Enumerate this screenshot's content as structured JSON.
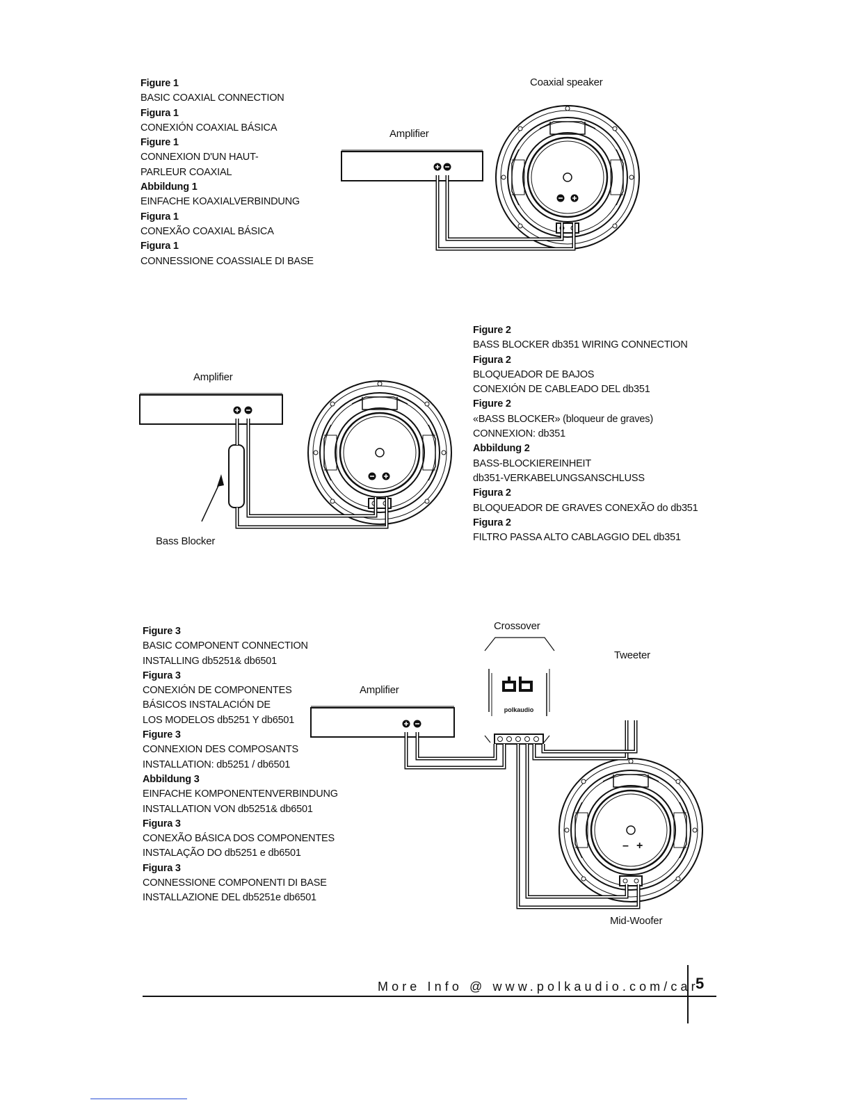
{
  "figure1": {
    "captions": [
      {
        "h": "Figure 1",
        "t": [
          "BASIC COAXIAL CONNECTION"
        ]
      },
      {
        "h": "Figura 1",
        "t": [
          "CONEXIÓN COAXIAL BÁSICA"
        ]
      },
      {
        "h": "Figure 1",
        "t": [
          "CONNEXION D'UN HAUT-",
          "PARLEUR COAXIAL"
        ]
      },
      {
        "h": "Abbildung 1",
        "t": [
          "EINFACHE KOAXIALVERBINDUNG"
        ]
      },
      {
        "h": "Figura 1",
        "t": [
          "CONEXÃO COAXIAL BÁSICA"
        ]
      },
      {
        "h": "Figura 1",
        "t": [
          "CONNESSIONE COASSIALE DI BASE"
        ]
      }
    ],
    "labels": {
      "amplifier": "Amplifier",
      "speaker": "Coaxial speaker"
    }
  },
  "figure2": {
    "captions": [
      {
        "h": "Figure 2",
        "t": [
          "BASS BLOCKER db351 WIRING CONNECTION"
        ]
      },
      {
        "h": "Figura 2",
        "t": [
          "BLOQUEADOR DE BAJOS",
          "CONEXIÓN DE CABLEADO DEL db351"
        ]
      },
      {
        "h": "Figure 2",
        "t": [
          "«BASS BLOCKER» (bloqueur de graves)",
          "CONNEXION: db351"
        ]
      },
      {
        "h": "Abbildung 2",
        "t": [
          "BASS-BLOCKIEREINHEIT",
          "db351-VERKABELUNGSANSCHLUSS"
        ]
      },
      {
        "h": "Figura 2",
        "t": [
          "BLOQUEADOR DE GRAVES  CONEXÃO do db351"
        ]
      },
      {
        "h": "Figura 2",
        "t": [
          "FILTRO PASSA ALTO CABLAGGIO DEL db351"
        ]
      }
    ],
    "labels": {
      "amplifier": "Amplifier",
      "bass_blocker": "Bass Blocker"
    }
  },
  "figure3": {
    "captions": [
      {
        "h": "Figure 3",
        "t": [
          "BASIC COMPONENT CONNECTION",
          "INSTALLING db5251& db6501"
        ]
      },
      {
        "h": "Figura 3",
        "t": [
          "CONEXIÓN DE COMPONENTES",
          "BÁSICOS INSTALACIÓN DE",
          "LOS MODELOS db5251 Y db6501"
        ]
      },
      {
        "h": "Figure 3",
        "t": [
          "CONNEXION DES COMPOSANTS",
          "INSTALLATION: db5251 / db6501"
        ]
      },
      {
        "h": "Abbildung 3",
        "t": [
          "EINFACHE KOMPONENTENVERBINDUNG",
          "INSTALLATION VON db5251& db6501"
        ]
      },
      {
        "h": "Figura 3",
        "t": [
          "CONEXÃO BÁSICA DOS COMPONENTES",
          "INSTALAÇÃO DO db5251 e db6501"
        ]
      },
      {
        "h": "Figura 3",
        "t": [
          "CONNESSIONE COMPONENTI DI BASE",
          "INSTALLAZIONE DEL db5251e db6501"
        ]
      }
    ],
    "labels": {
      "crossover": "Crossover",
      "tweeter": "Tweeter",
      "amplifier": "Amplifier",
      "midwoofer": "Mid-Woofer",
      "logo_text": "polkaudio"
    }
  },
  "footer": {
    "text": "More Info @ www.polkaudio.com/car",
    "page": "5"
  }
}
